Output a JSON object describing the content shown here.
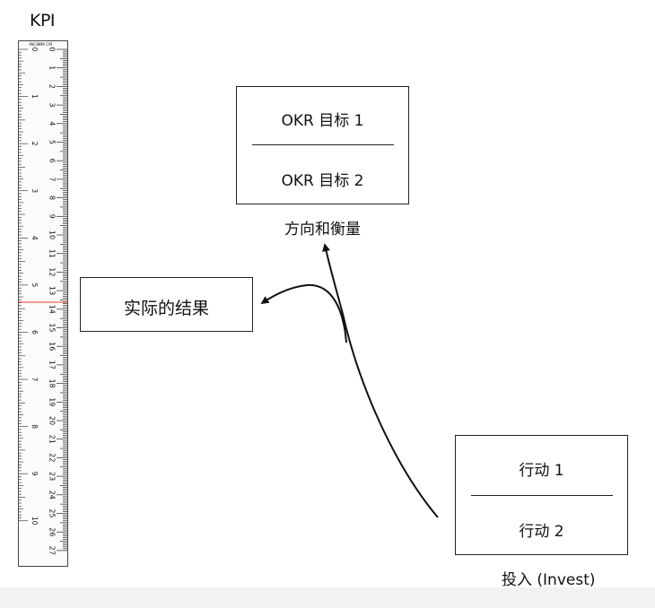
{
  "title": "KPI",
  "ruler": {
    "unit_top": "MM CM",
    "unit_bottom": "INCH",
    "cm_max": 27,
    "inch_max": 10
  },
  "okr_box": {
    "items": [
      "OKR 目标 1",
      "OKR 目标 2"
    ],
    "caption": "方向和衡量"
  },
  "result_box": {
    "label": "实际的结果"
  },
  "action_box": {
    "items": [
      "行动 1",
      "行动 2"
    ],
    "caption": "投入 (Invest)"
  },
  "colors": {
    "line": "#111111",
    "ruler_marker": "#e53935",
    "bottom_band": "#f2f2f2"
  }
}
